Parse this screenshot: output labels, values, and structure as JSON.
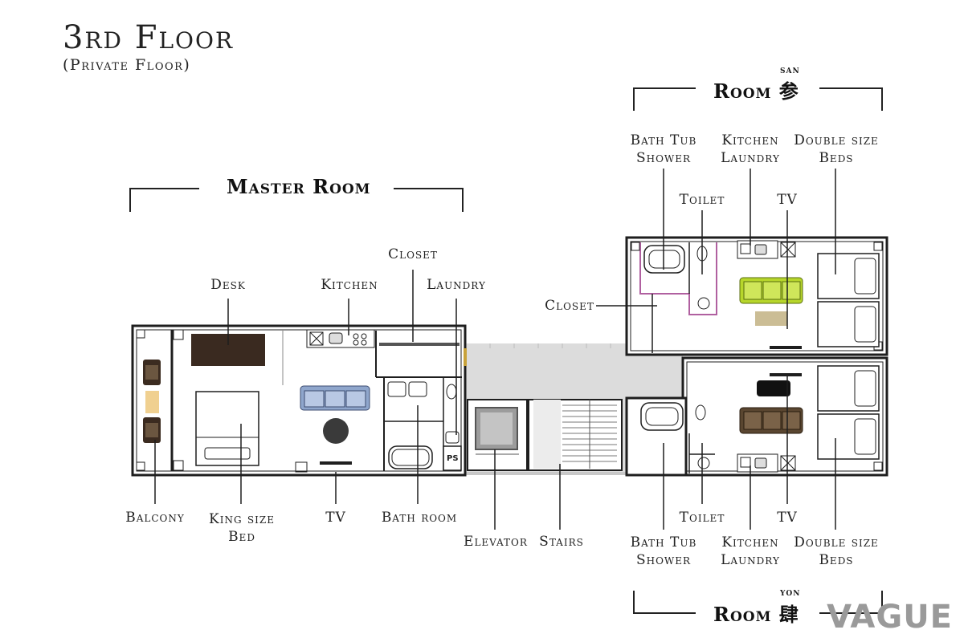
{
  "header": {
    "title": "3rd Floor",
    "subtitle": "(Private Floor)"
  },
  "rooms": {
    "master": "Master Room",
    "san": {
      "name": "Room 参",
      "ruby": "SAN"
    },
    "yon": {
      "name": "Room 肆",
      "ruby": "YON"
    }
  },
  "labels": {
    "desk": "Desk",
    "kitchen": "Kitchen",
    "closet_master": "Closet",
    "laundry": "Laundry",
    "closet_san": "Closet",
    "balcony": "Balcony",
    "king_bed_1": "King size",
    "king_bed_2": "Bed",
    "tv_master": "TV",
    "bath_room": "Bath room",
    "elevator": "Elevator",
    "stairs": "Stairs",
    "ps": "PS",
    "san_bath_1": "Bath Tub",
    "san_bath_2": "Shower",
    "san_kitchen_1": "Kitchen",
    "san_kitchen_2": "Laundry",
    "san_beds_1": "Double size",
    "san_beds_2": "Beds",
    "san_toilet": "Toilet",
    "san_tv": "TV",
    "yon_toilet": "Toilet",
    "yon_tv": "TV",
    "yon_bath_1": "Bath Tub",
    "yon_bath_2": "Shower",
    "yon_kitchen_1": "Kitchen",
    "yon_kitchen_2": "Laundry",
    "yon_beds_1": "Double size",
    "yon_beds_2": "Beds"
  },
  "logo": "VAGUE",
  "colors": {
    "wall": "#1e1e1e",
    "corridor": "#dcdcdc",
    "desk": "#3a2a20",
    "sofa_blue": "#8fa6cc",
    "sofa_green": "#b7d62b",
    "sofa_brown": "#5a4630",
    "rug": "#cbbd95",
    "tv_black": "#111111",
    "door_gold": "#c8a23a",
    "pink_wall": "#b060a0"
  }
}
